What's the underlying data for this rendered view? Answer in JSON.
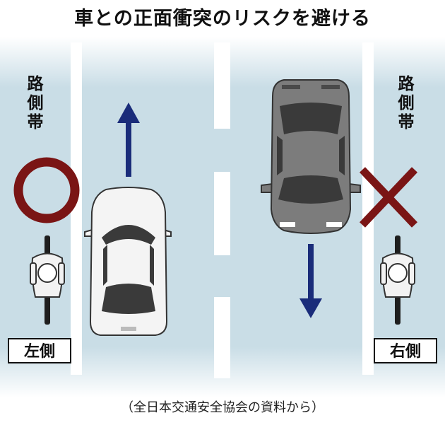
{
  "title": "車との正面衝突のリスクを避ける",
  "labels": {
    "shoulder_left": "路側帯",
    "shoulder_right": "路側帯",
    "left_side": "左側",
    "right_side": "右側"
  },
  "source": "（全日本交通安全協会の資料から）",
  "marks": {
    "left": "correct-circle",
    "right": "wrong-cross"
  },
  "colors": {
    "road": "#c9dde6",
    "lane_line": "#ffffff",
    "arrow": "#1a2c7a",
    "mark": "#7a1515",
    "car_light": "#f4f4f4",
    "car_dark": "#7c7c7c",
    "window": "#3a3a3a"
  }
}
